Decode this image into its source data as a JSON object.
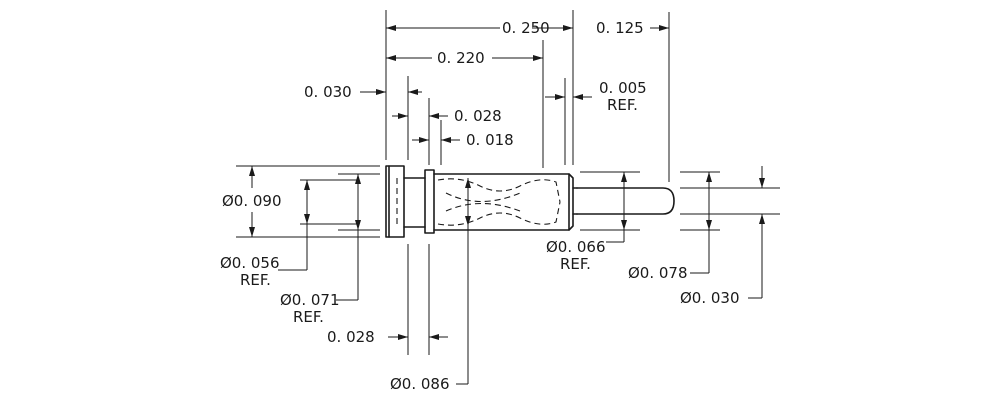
{
  "dimensions": {
    "overall_length": "0. 250",
    "tip_length": "0. 125",
    "barrel_length": "0. 220",
    "collar_width": "0. 030",
    "gap_ref": "0. 005",
    "gap_ref_note": "REF.",
    "groove_width": "0. 028",
    "groove_offset": "0. 018",
    "head_diameter": "Ø0. 090",
    "neck_diameter": "Ø0. 056",
    "neck_ref_note": "REF.",
    "collar_inner_diameter": "Ø0. 071",
    "collar_ref_note": "REF.",
    "lower_groove_width": "0. 028",
    "barrel_diameter": "Ø0. 086",
    "tail_diameter": "Ø0. 066",
    "tail_ref_note": "REF.",
    "shoulder_diameter": "Ø0. 078",
    "pin_diameter": "Ø0. 030"
  }
}
